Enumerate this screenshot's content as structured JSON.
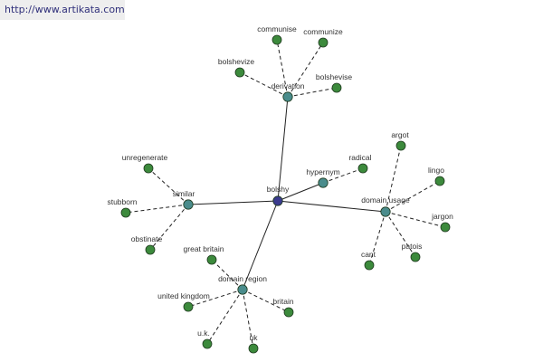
{
  "watermark": "http://www.artikata.com",
  "colors": {
    "center": "#3b3b8f",
    "hub": "#4a8c8c",
    "leaf": "#3c8a3c",
    "node_stroke": "#1e3a1e",
    "edge": "#222222"
  },
  "nodes": [
    {
      "id": "bolshy",
      "label": "bolshy",
      "kind": "center"
    },
    {
      "id": "derivation",
      "label": "derivation",
      "kind": "hub"
    },
    {
      "id": "similar",
      "label": "similar",
      "kind": "hub"
    },
    {
      "id": "hypernym",
      "label": "hypernym",
      "kind": "hub"
    },
    {
      "id": "domain_usage",
      "label": "domain usage",
      "kind": "hub"
    },
    {
      "id": "domain_region",
      "label": "domain region",
      "kind": "hub"
    },
    {
      "id": "communise",
      "label": "communise",
      "kind": "leaf"
    },
    {
      "id": "communize",
      "label": "communize",
      "kind": "leaf"
    },
    {
      "id": "bolshevize",
      "label": "bolshevize",
      "kind": "leaf"
    },
    {
      "id": "bolshevise",
      "label": "bolshevise",
      "kind": "leaf"
    },
    {
      "id": "unregenerate",
      "label": "unregenerate",
      "kind": "leaf"
    },
    {
      "id": "stubborn",
      "label": "stubborn",
      "kind": "leaf"
    },
    {
      "id": "obstinate",
      "label": "obstinate",
      "kind": "leaf"
    },
    {
      "id": "radical",
      "label": "radical",
      "kind": "leaf"
    },
    {
      "id": "argot",
      "label": "argot",
      "kind": "leaf"
    },
    {
      "id": "lingo",
      "label": "lingo",
      "kind": "leaf"
    },
    {
      "id": "jargon",
      "label": "jargon",
      "kind": "leaf"
    },
    {
      "id": "patois",
      "label": "patois",
      "kind": "leaf"
    },
    {
      "id": "cant",
      "label": "cant",
      "kind": "leaf"
    },
    {
      "id": "great_britain",
      "label": "great britain",
      "kind": "leaf"
    },
    {
      "id": "united_kingdom",
      "label": "united kingdom",
      "kind": "leaf"
    },
    {
      "id": "uk_dots",
      "label": "u.k.",
      "kind": "leaf"
    },
    {
      "id": "uk",
      "label": "uk",
      "kind": "leaf"
    },
    {
      "id": "britain",
      "label": "britain",
      "kind": "leaf"
    }
  ],
  "edges": [
    {
      "from": "bolshy",
      "to": "derivation",
      "style": "solid"
    },
    {
      "from": "bolshy",
      "to": "similar",
      "style": "solid"
    },
    {
      "from": "bolshy",
      "to": "hypernym",
      "style": "solid"
    },
    {
      "from": "bolshy",
      "to": "domain_usage",
      "style": "solid"
    },
    {
      "from": "bolshy",
      "to": "domain_region",
      "style": "solid"
    },
    {
      "from": "derivation",
      "to": "communise",
      "style": "dashed"
    },
    {
      "from": "derivation",
      "to": "communize",
      "style": "dashed"
    },
    {
      "from": "derivation",
      "to": "bolshevize",
      "style": "dashed"
    },
    {
      "from": "derivation",
      "to": "bolshevise",
      "style": "dashed"
    },
    {
      "from": "similar",
      "to": "unregenerate",
      "style": "dashed"
    },
    {
      "from": "similar",
      "to": "stubborn",
      "style": "dashed"
    },
    {
      "from": "similar",
      "to": "obstinate",
      "style": "dashed"
    },
    {
      "from": "hypernym",
      "to": "radical",
      "style": "dashed"
    },
    {
      "from": "domain_usage",
      "to": "argot",
      "style": "dashed"
    },
    {
      "from": "domain_usage",
      "to": "lingo",
      "style": "dashed"
    },
    {
      "from": "domain_usage",
      "to": "jargon",
      "style": "dashed"
    },
    {
      "from": "domain_usage",
      "to": "patois",
      "style": "dashed"
    },
    {
      "from": "domain_usage",
      "to": "cant",
      "style": "dashed"
    },
    {
      "from": "domain_region",
      "to": "great_britain",
      "style": "dashed"
    },
    {
      "from": "domain_region",
      "to": "united_kingdom",
      "style": "dashed"
    },
    {
      "from": "domain_region",
      "to": "uk_dots",
      "style": "dashed"
    },
    {
      "from": "domain_region",
      "to": "uk",
      "style": "dashed"
    },
    {
      "from": "domain_region",
      "to": "britain",
      "style": "dashed"
    }
  ]
}
